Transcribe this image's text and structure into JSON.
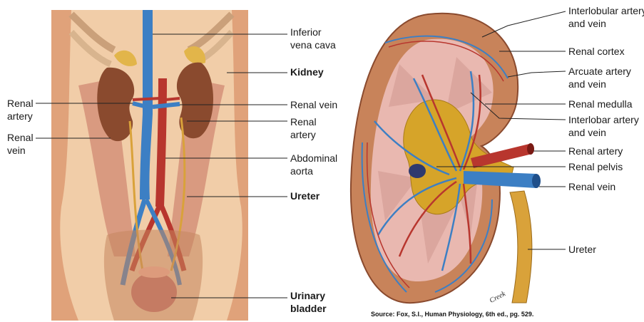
{
  "left_figure": {
    "labels": {
      "inferior_vena_cava": "Inferior\nvena cava",
      "kidney": "Kidney",
      "renal_vein_right": "Renal vein",
      "renal_artery_right": "Renal\nartery",
      "abdominal_aorta": "Abdominal\naorta",
      "ureter": "Ureter",
      "urinary_bladder": "Urinary\nbladder",
      "renal_artery_left": "Renal\nartery",
      "renal_vein_left": "Renal\nvein"
    }
  },
  "right_figure": {
    "labels": {
      "interlobular": "Interlobular artery\nand vein",
      "renal_cortex": "Renal cortex",
      "arcuate": "Arcuate artery\nand vein",
      "renal_medulla": "Renal medulla",
      "interlobar": "Interlobar artery\nand vein",
      "renal_artery": "Renal artery",
      "renal_pelvis": "Renal pelvis",
      "renal_vein": "Renal vein",
      "ureter": "Ureter"
    },
    "signature": "Creek"
  },
  "source": "Source: Fox, S.I., Human Physiology, 6th ed., pg. 529.",
  "colors": {
    "skin": "#e2a77c",
    "muscle": "#c98a6a",
    "kidney_dark": "#8a4a2e",
    "vein_blue": "#3c7fc4",
    "artery_red": "#b8362e",
    "ureter_yellow": "#d9a23a",
    "cortex": "#c8835a",
    "medulla": "#e9b8b0",
    "pelvis": "#d6a429"
  }
}
